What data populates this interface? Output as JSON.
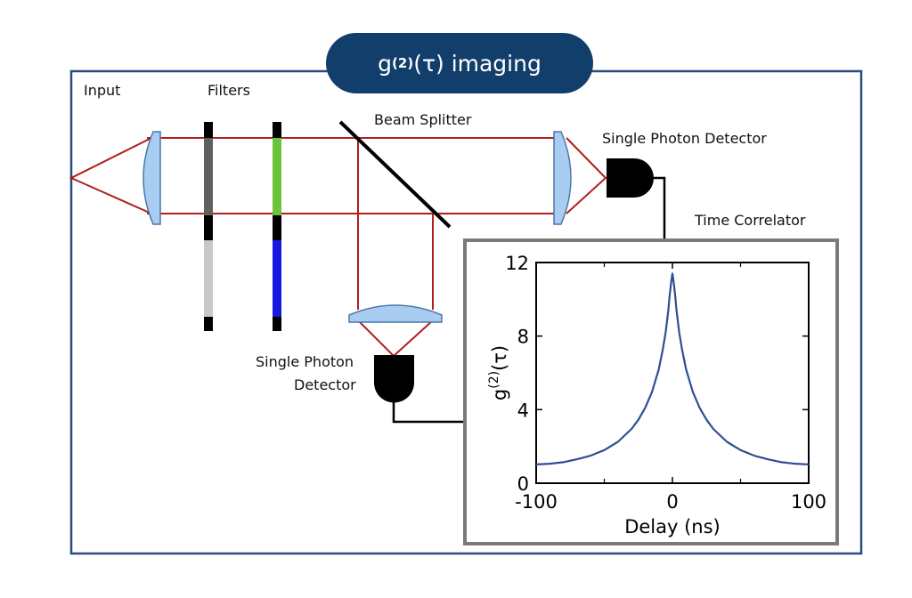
{
  "title": {
    "base": "g",
    "sup": "(2)",
    "rest": "(τ) imaging"
  },
  "labels": {
    "input": "Input",
    "filters": "Filters",
    "beam_splitter": "Beam Splitter",
    "spd_top": "Single Photon Detector",
    "time_correlator": "Time Correlator",
    "spd_bottom_line1": "Single Photon",
    "spd_bottom_line2": "Detector"
  },
  "colors": {
    "frame": "#2b4a7f",
    "title_bg": "#123e6b",
    "beam": "#b01e1e",
    "lens": "#a9cdf0",
    "lens_edge": "#4a77a8",
    "filter_dark": "#606060",
    "filter_light": "#c8c8c8",
    "filter_green": "#6cc43c",
    "filter_blue": "#1818e0",
    "curve": "#2f4f93",
    "panel_border": "#7a7a7a"
  },
  "chart_data": {
    "type": "line",
    "title": "",
    "xlabel": "Delay (ns)",
    "ylabel": {
      "base": "g",
      "sup": "(2)",
      "rest": "(τ)"
    },
    "xlim": [
      -100,
      100
    ],
    "ylim": [
      0,
      12
    ],
    "x_ticks": [
      -100,
      0,
      100
    ],
    "y_ticks": [
      0,
      4,
      8,
      12
    ],
    "grid": false,
    "series": [
      {
        "x": [
          -100,
          -90,
          -80,
          -70,
          -60,
          -50,
          -40,
          -30,
          -25,
          -20,
          -15,
          -10,
          -7,
          -5,
          -3,
          -2,
          -1,
          0,
          1,
          2,
          3,
          5,
          7,
          10,
          15,
          20,
          25,
          30,
          40,
          50,
          60,
          70,
          80,
          90,
          100
        ],
        "y": [
          1.02,
          1.06,
          1.14,
          1.3,
          1.5,
          1.8,
          2.25,
          2.95,
          3.45,
          4.1,
          4.95,
          6.2,
          7.3,
          8.2,
          9.4,
          10.2,
          10.9,
          11.4,
          10.9,
          10.2,
          9.4,
          8.2,
          7.3,
          6.2,
          4.95,
          4.1,
          3.45,
          2.95,
          2.25,
          1.8,
          1.5,
          1.3,
          1.14,
          1.06,
          1.02
        ]
      }
    ]
  }
}
